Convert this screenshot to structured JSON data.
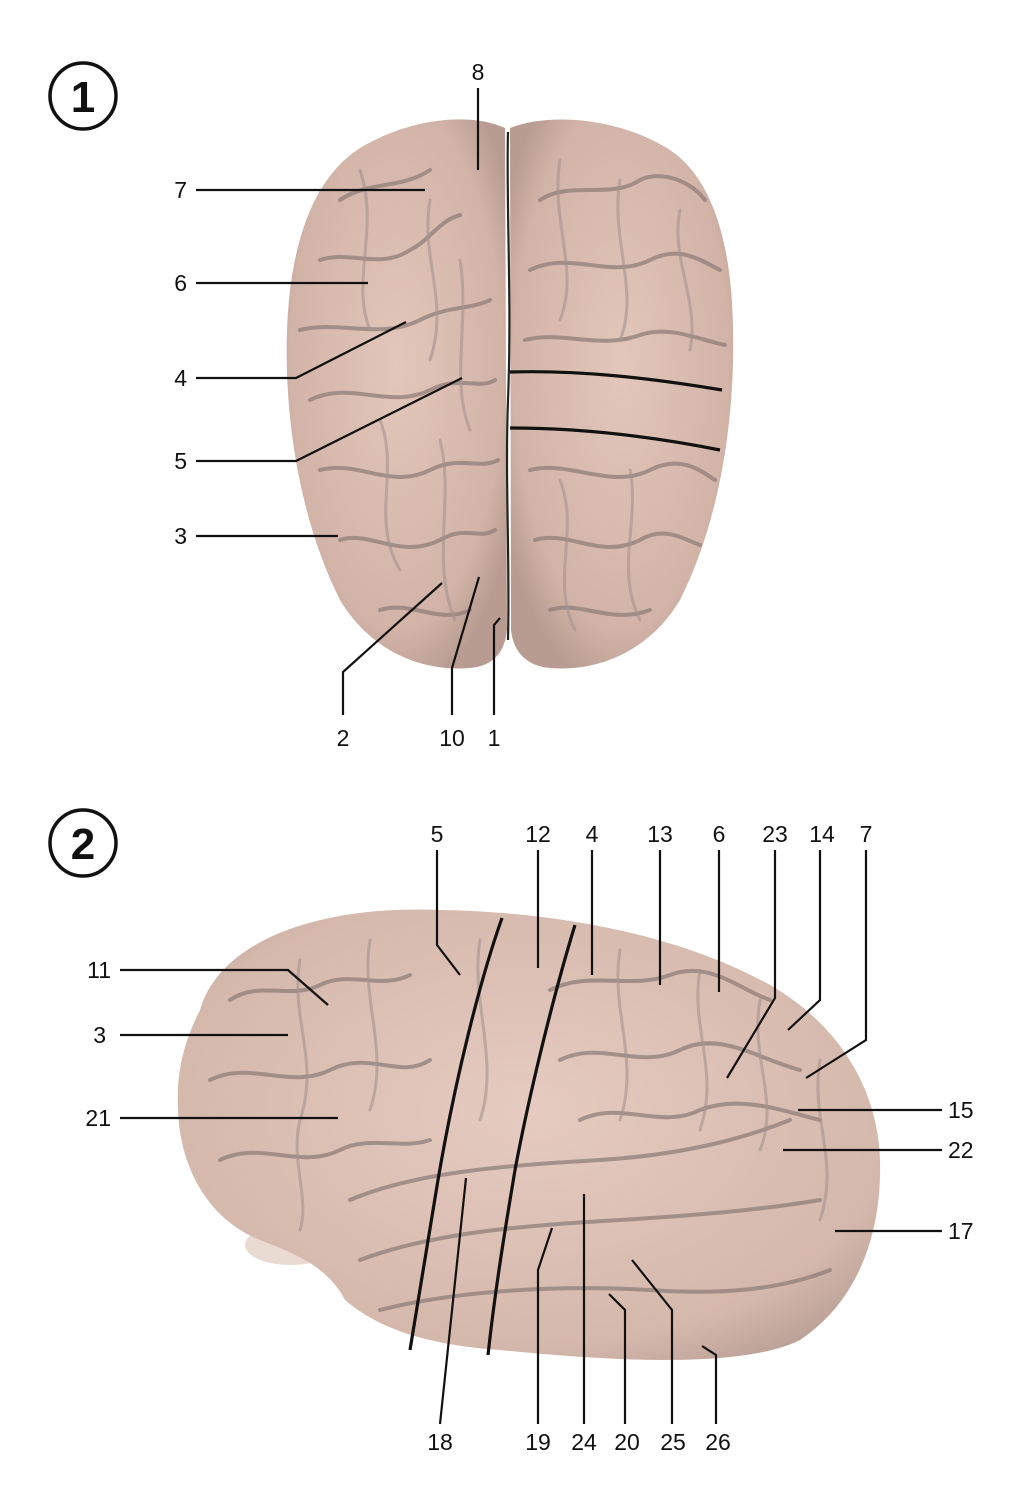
{
  "figure1": {
    "badge": "1",
    "labels": {
      "l8": "8",
      "l7": "7",
      "l6": "6",
      "l4": "4",
      "l5": "5",
      "l3": "3",
      "l2": "2",
      "l10": "10",
      "l1": "1"
    }
  },
  "figure2": {
    "badge": "2",
    "labels": {
      "l5": "5",
      "l12": "12",
      "l4": "4",
      "l13": "13",
      "l6": "6",
      "l23": "23",
      "l14": "14",
      "l7": "7",
      "l11": "11",
      "l3": "3",
      "l21": "21",
      "l15": "15",
      "l22": "22",
      "l17": "17",
      "l18": "18",
      "l19": "19",
      "l24": "24",
      "l20": "20",
      "l25": "25",
      "l26": "26"
    }
  },
  "colors": {
    "brain": "#d9bbae",
    "brain_shadow": "#b99f95",
    "sulcus": "#8f7d79",
    "ink": "#111111"
  }
}
